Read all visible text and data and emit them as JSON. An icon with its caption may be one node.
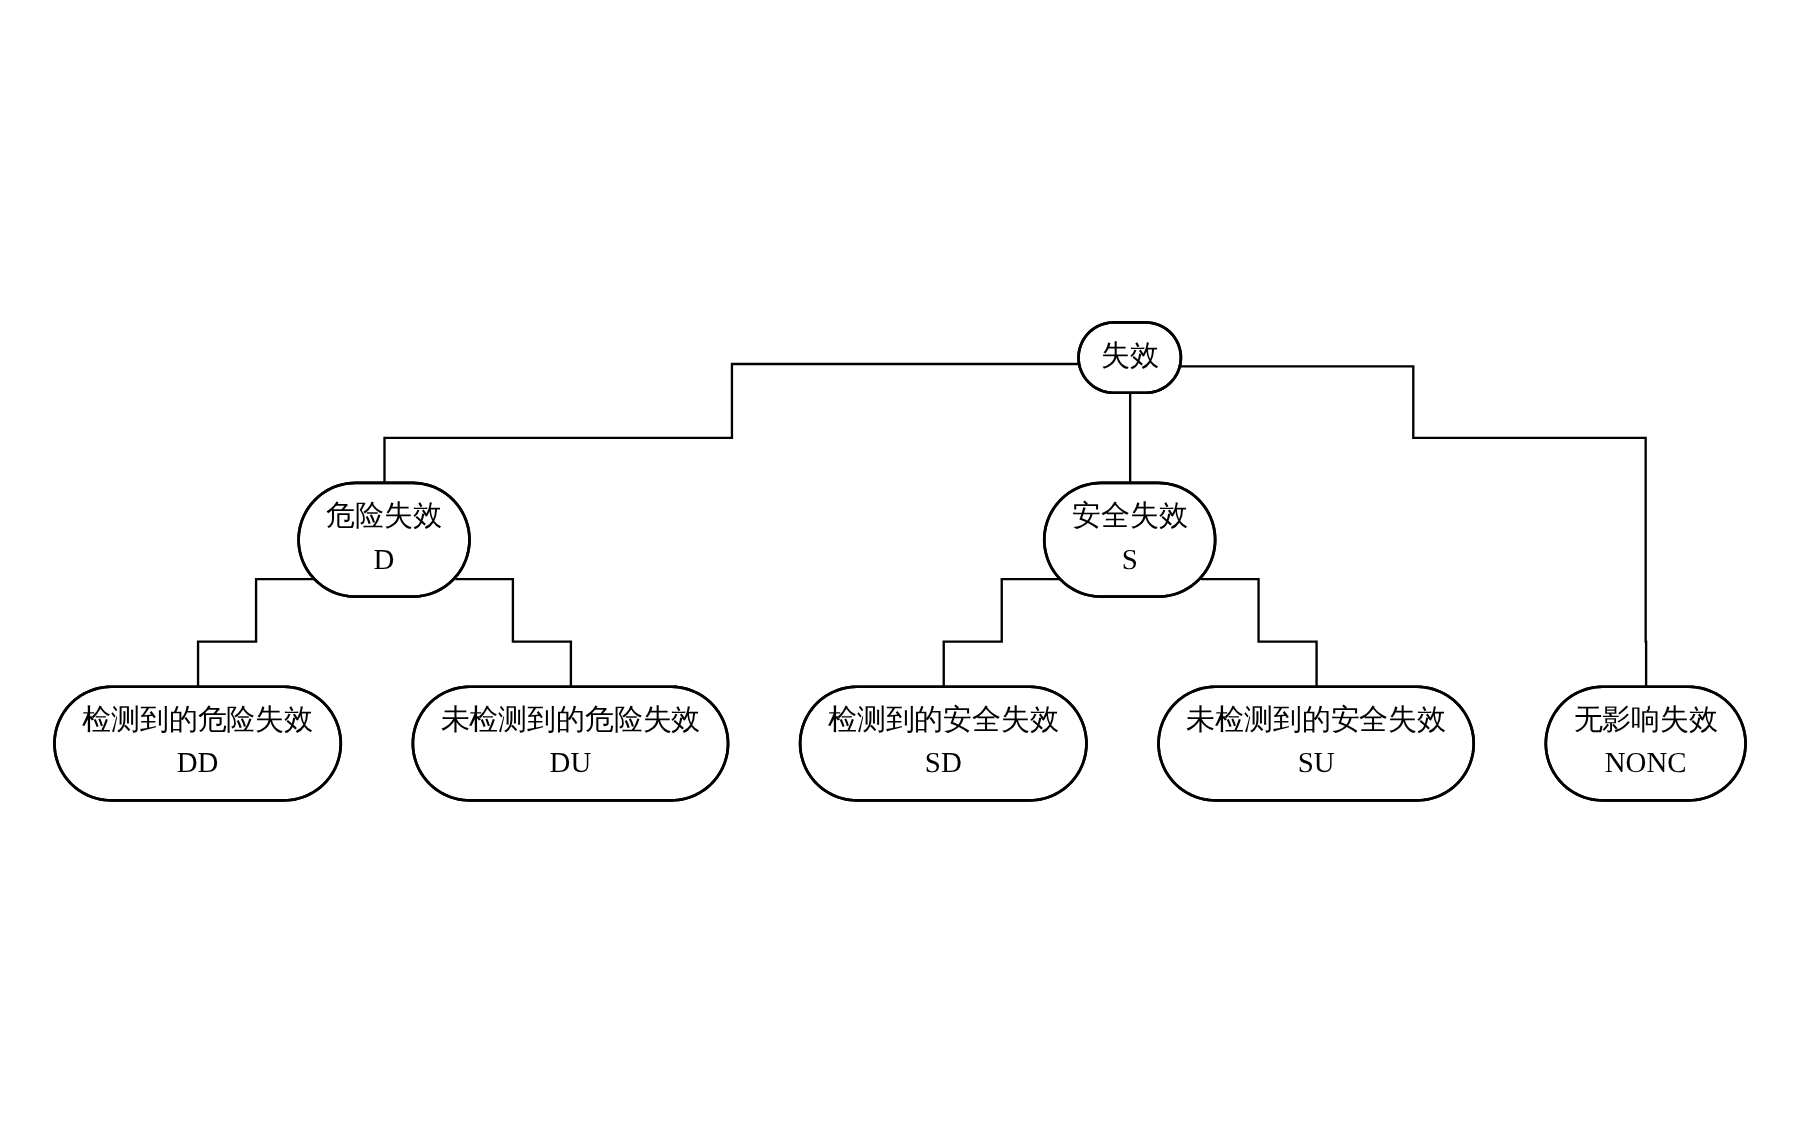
{
  "diagram": {
    "nodes": [
      {
        "text": [
          "失效"
        ]
      },
      {
        "text": [
          "危险失效",
          "D"
        ]
      },
      {
        "text": [
          "安全失效",
          "S"
        ]
      },
      {
        "text": [
          "检测到的危险失效",
          "DD"
        ]
      },
      {
        "text": [
          "未检测到的危险失效",
          "DU"
        ]
      },
      {
        "text": [
          "检测到的安全失效",
          "SD"
        ]
      },
      {
        "text": [
          "未检测到的安全失效",
          "SU"
        ]
      },
      {
        "text": [
          "无影响失效",
          "NONC"
        ]
      }
    ],
    "edges": [
      {
        "from": 0,
        "to": 1,
        "arrow": "none"
      },
      {
        "from": 0,
        "to": 2,
        "arrow": "none"
      },
      {
        "from": 0,
        "to": 7,
        "arrow": "none"
      },
      {
        "from": 1,
        "to": 3,
        "arrow": "none"
      },
      {
        "from": 1,
        "to": 4,
        "arrow": "none"
      },
      {
        "from": 2,
        "to": 5,
        "arrow": "none"
      },
      {
        "from": 2,
        "to": 6,
        "arrow": "none"
      }
    ]
  }
}
